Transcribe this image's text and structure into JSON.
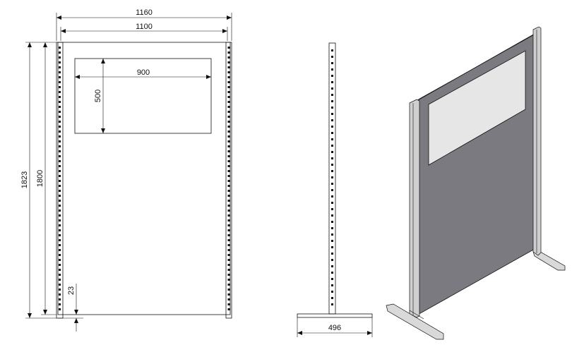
{
  "dimensions": {
    "overall_width": "1160",
    "inner_width": "1100",
    "window_width": "900",
    "window_height": "500",
    "overall_height": "1823",
    "panel_height": "1800",
    "foot_clearance": "23",
    "foot_length": "496"
  },
  "colors": {
    "panel": "#7a7a80",
    "panel_edge": "#5a5a60",
    "glass": "#e6e6e6",
    "metal": "#d9d9d9",
    "line": "#111111"
  }
}
